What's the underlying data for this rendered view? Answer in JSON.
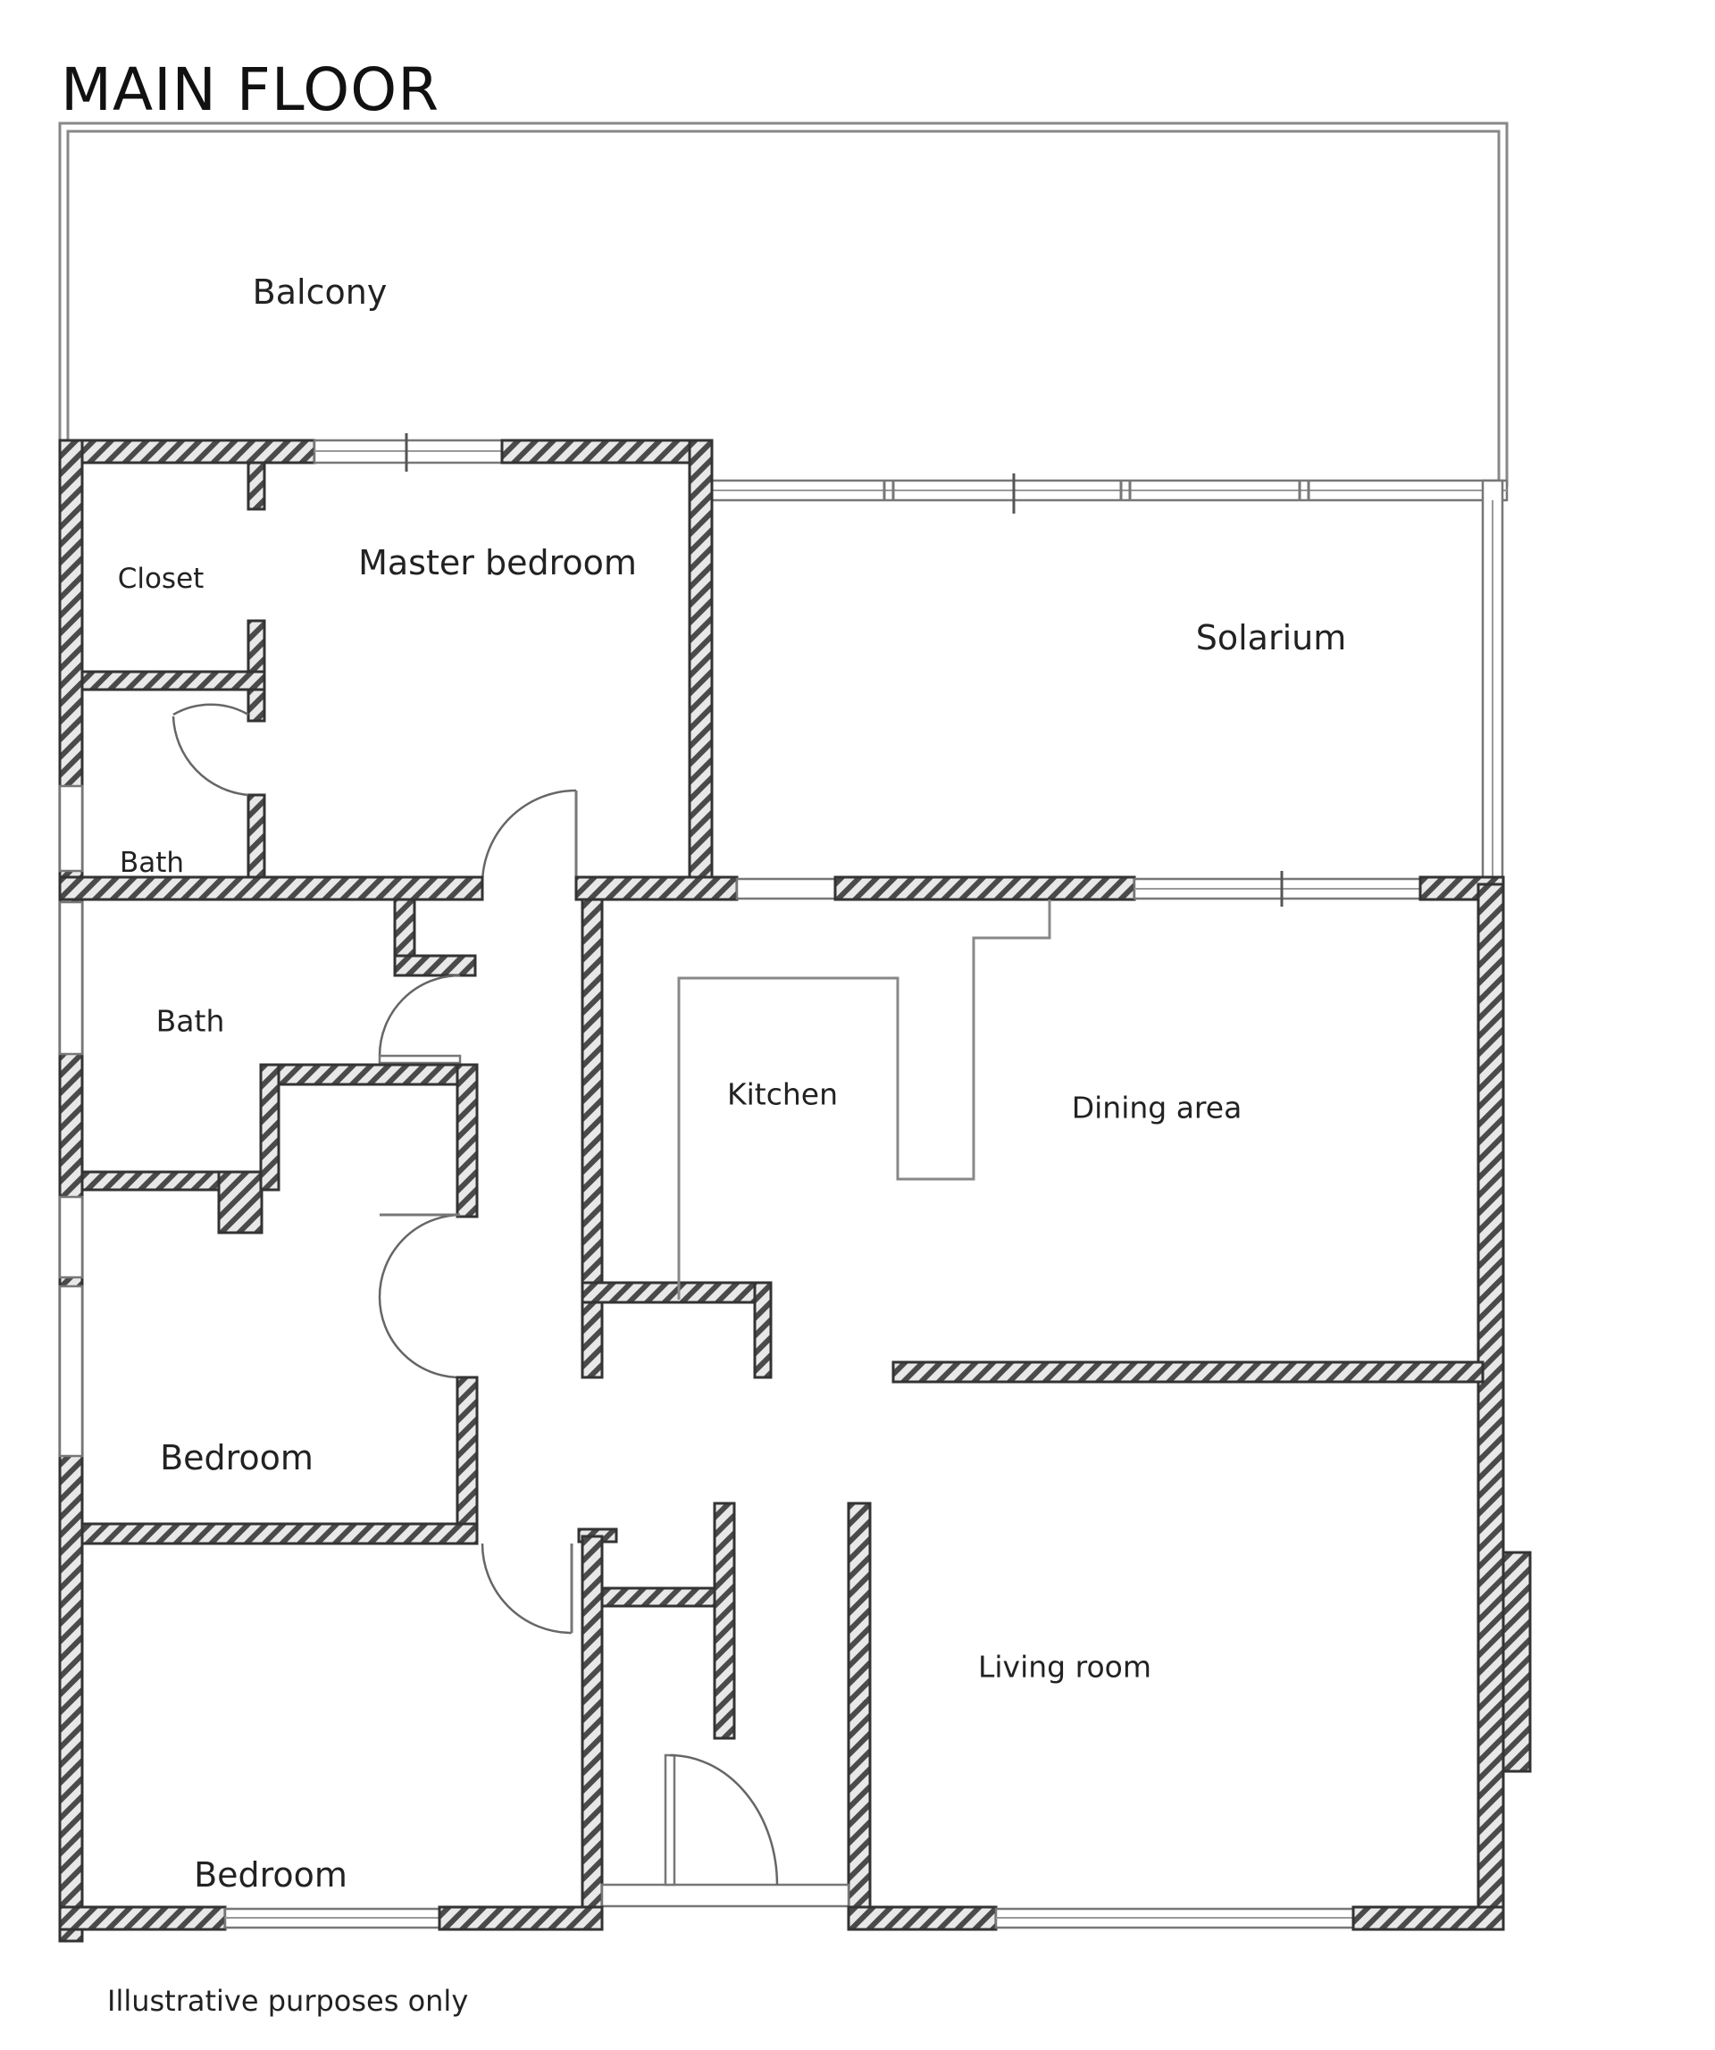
{
  "title": "MAIN FLOOR",
  "rooms": {
    "balcony": "Balcony",
    "closet": "Closet",
    "master_bedroom": "Master bedroom",
    "master_bath": "Bath",
    "solarium": "Solarium",
    "bath": "Bath",
    "kitchen": "Kitchen",
    "dining_area": "Dining area",
    "bedroom_1": "Bedroom",
    "living_room": "Living room",
    "bedroom_2": "Bedroom"
  },
  "footer_note": "Illustrative purposes only",
  "colors": {
    "wall_stroke": "#333333",
    "hatch": "#555555",
    "window": "#777777",
    "background": "#ffffff"
  }
}
